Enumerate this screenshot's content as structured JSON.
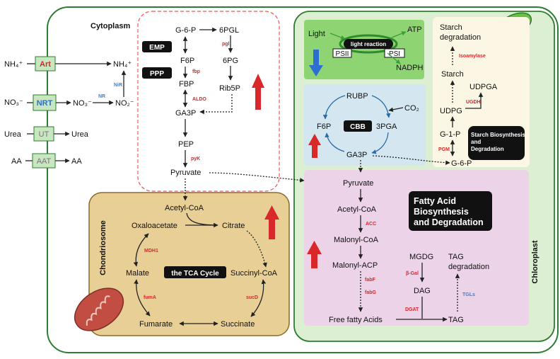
{
  "compartments": {
    "cytoplasm": "Cytoplasm",
    "chloroplast": "Chloroplast",
    "chondriosome": "Chondriosome"
  },
  "transporters": {
    "nh4_in": "NH₄⁺",
    "art": "Art",
    "nh4_out": "NH₄⁺",
    "no3_in": "NO₃⁻",
    "nrt": "NRT",
    "no3_out": "NO₃⁻",
    "nr": "NR",
    "no2": "NO₂⁻",
    "nir": "NiR",
    "urea_in": "Urea",
    "ut": "UT",
    "urea_out": "Urea",
    "aa_in": "AA",
    "aat": "AAT",
    "aa_out": "AA"
  },
  "glycolysis": {
    "emp": "EMP",
    "ppp": "PPP",
    "g6p": "G-6-P",
    "f6p": "F6P",
    "fbp": "FBP",
    "ga3p": "GA3P",
    "pep": "PEP",
    "pyruvate": "Pyruvate",
    "sixpgl": "6PGL",
    "sixpg": "6PG",
    "rib5p": "Rib5P",
    "enz_pgl": "pgl",
    "enz_fbp": "fbp",
    "enz_aldo": "ALDO",
    "enz_pyk": "pyK"
  },
  "tca": {
    "label": "the TCA Cycle",
    "acetyl_coa": "Acetyl-CoA",
    "oxaloacetate": "Oxaloacetate",
    "citrate": "Citrate",
    "malate": "Malate",
    "succinyl_coa": "Succinyl-CoA",
    "fumarate": "Fumarate",
    "succinate": "Succinate",
    "enz_mdh1": "MDH1",
    "enz_fuma": "fumA",
    "enz_sucd": "sucD"
  },
  "light": {
    "light": "Light",
    "reaction": "light reaction",
    "psii": "PSII",
    "psi": "PSI",
    "atp": "ATP",
    "nadph": "NADPH"
  },
  "cbb": {
    "label": "CBB",
    "rubp": "RUBP",
    "co2": "CO₂",
    "f6p": "F6P",
    "three_pga": "3PGA",
    "ga3p": "GA3P"
  },
  "starch": {
    "label": "Starch Biosynthesis and Degradation",
    "degradation": "Starch degradation",
    "starch": "Starch",
    "udpga": "UDPGA",
    "udpg": "UDPG",
    "g1p": "G-1-P",
    "g6p": "G-6-P",
    "enz_isoamylase": "Isoamylase",
    "enz_ugdh": "UGDH",
    "enz_pgm": "PGM"
  },
  "fatty": {
    "label": "Fatty Acid Biosynthesis and Degradation",
    "pyruvate": "Pyruvate",
    "acetyl_coa": "Acetyl-CoA",
    "malonyl_coa": "Malonyl-CoA",
    "malonyl_acp": "Malonyl-ACP",
    "free_fa": "Free fatty Acids",
    "mgdg": "MGDG",
    "dag": "DAG",
    "tag": "TAG",
    "tag_degradation": "TAG degradation",
    "enz_acc": "ACC",
    "enz_fabf": "fabF",
    "enz_fabg": "fabG",
    "enz_bgal": "β-Gal",
    "enz_dgat": "DGAT",
    "enz_tgls": "TGLs"
  },
  "colors": {
    "up": "#d8282a",
    "down": "#2c6fd0",
    "enzyme_red": "#d8282a",
    "enzyme_blue": "#3a7fd0"
  }
}
